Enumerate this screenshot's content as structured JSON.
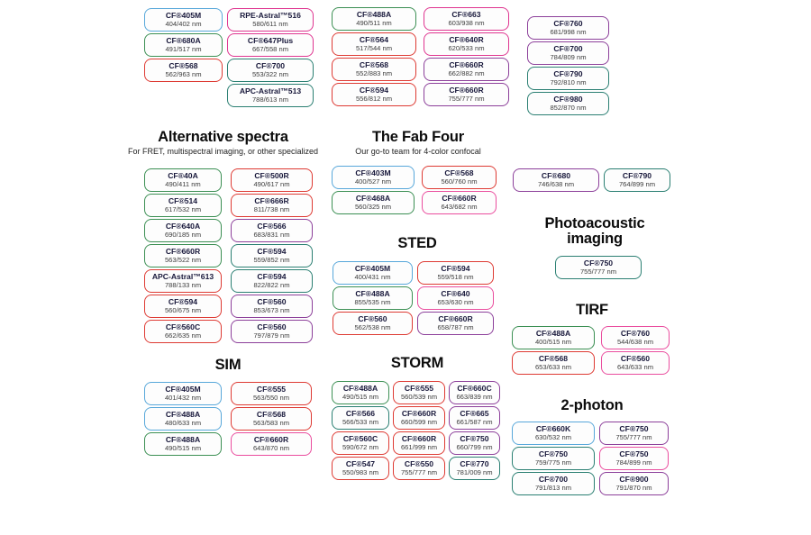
{
  "palette": {
    "blue": "#57a7da",
    "green": "#3b8f53",
    "teal": "#2a7f72",
    "red": "#de3a33",
    "magenta": "#df3590",
    "pink": "#ea4d9e",
    "purple": "#8c3f9a"
  },
  "sections": {
    "alt": {
      "title": "Alternative spectra",
      "subtitle": "For FRET, multispectral imaging, or other specialized"
    },
    "fab": {
      "title": "The Fab Four",
      "subtitle": "Our go-to team for 4-color confocal"
    },
    "sted": {
      "title": "STED"
    },
    "storm": {
      "title": "STORM"
    },
    "sim": {
      "title": "SIM"
    },
    "pa": {
      "title_line1": "Photoacoustic",
      "title_line2": "imaging"
    },
    "tirf": {
      "title": "TIRF"
    },
    "twophoton": {
      "title": "2-photon"
    }
  },
  "groups": {
    "top1": [
      {
        "name": "CF®405M",
        "nm": "404/402 nm",
        "color": "blue"
      },
      {
        "name": "CF®680A",
        "nm": "491/517 nm",
        "color": "green"
      },
      {
        "name": "CF®568",
        "nm": "562/963 nm",
        "color": "red"
      }
    ],
    "top2": [
      {
        "name": "RPE-Astral™516",
        "nm": "580/611 nm",
        "color": "magenta"
      },
      {
        "name": "CF®647Plus",
        "nm": "667/558 nm",
        "color": "magenta"
      },
      {
        "name": "CF®700",
        "nm": "553/322 nm",
        "color": "teal"
      },
      {
        "name": "APC-Astral™513",
        "nm": "788/613 nm",
        "color": "teal"
      }
    ],
    "top3": [
      {
        "name": "CF®488A",
        "nm": "490/511 nm",
        "color": "green"
      },
      {
        "name": "CF®564",
        "nm": "517/544 nm",
        "color": "red"
      },
      {
        "name": "CF®568",
        "nm": "552/883 nm",
        "color": "red"
      },
      {
        "name": "CF®594",
        "nm": "556/812 nm",
        "color": "red"
      }
    ],
    "top4": [
      {
        "name": "CF®663",
        "nm": "603/938 nm",
        "color": "magenta"
      },
      {
        "name": "CF®640R",
        "nm": "620/533 nm",
        "color": "magenta"
      },
      {
        "name": "CF®660R",
        "nm": "662/882 nm",
        "color": "purple"
      },
      {
        "name": "CF®660R",
        "nm": "755/777 nm",
        "color": "purple"
      }
    ],
    "top5": [
      {
        "name": "CF®760",
        "nm": "681/998 nm",
        "color": "purple"
      },
      {
        "name": "CF®700",
        "nm": "784/809 nm",
        "color": "purple"
      },
      {
        "name": "CF®790",
        "nm": "792/810 nm",
        "color": "teal"
      },
      {
        "name": "CF®980",
        "nm": "852/870 nm",
        "color": "teal"
      }
    ],
    "altL": [
      {
        "name": "CF®40A",
        "nm": "490/411 nm",
        "color": "green"
      },
      {
        "name": "CF®514",
        "nm": "617/532 nm",
        "color": "green"
      },
      {
        "name": "CF®640A",
        "nm": "690/185 nm",
        "color": "green"
      },
      {
        "name": "CF®660R",
        "nm": "563/522 nm",
        "color": "green"
      },
      {
        "name": "APC-Astral™613",
        "nm": "788/133 nm",
        "color": "red"
      },
      {
        "name": "CF®594",
        "nm": "560/675 nm",
        "color": "red"
      },
      {
        "name": "CF®560C",
        "nm": "662/635 nm",
        "color": "red"
      }
    ],
    "altR": [
      {
        "name": "CF®500R",
        "nm": "490/617 nm",
        "color": "red"
      },
      {
        "name": "CF®666R",
        "nm": "811/738 nm",
        "color": "red"
      },
      {
        "name": "CF®566",
        "nm": "683/831 nm",
        "color": "purple"
      },
      {
        "name": "CF®594",
        "nm": "559/852 nm",
        "color": "teal"
      },
      {
        "name": "CF®594",
        "nm": "822/822 nm",
        "color": "teal"
      },
      {
        "name": "CF®560",
        "nm": "853/673 nm",
        "color": "purple"
      },
      {
        "name": "CF®560",
        "nm": "797/879 nm",
        "color": "purple"
      }
    ],
    "simL": [
      {
        "name": "CF®405M",
        "nm": "401/432 nm",
        "color": "blue"
      },
      {
        "name": "CF®488A",
        "nm": "480/633 nm",
        "color": "blue"
      },
      {
        "name": "CF®488A",
        "nm": "490/515 nm",
        "color": "green"
      }
    ],
    "simR": [
      {
        "name": "CF®555",
        "nm": "563/550 nm",
        "color": "red"
      },
      {
        "name": "CF®568",
        "nm": "563/583 nm",
        "color": "red"
      },
      {
        "name": "CF®660R",
        "nm": "643/870 nm",
        "color": "pink"
      }
    ],
    "fabL": [
      {
        "name": "CF®403M",
        "nm": "400/527 nm",
        "color": "blue"
      },
      {
        "name": "CF®468A",
        "nm": "560/325 nm",
        "color": "green"
      }
    ],
    "fabR": [
      {
        "name": "CF®568",
        "nm": "560/760 nm",
        "color": "red"
      },
      {
        "name": "CF®660R",
        "nm": "643/682 nm",
        "color": "pink"
      }
    ],
    "stedL": [
      {
        "name": "CF®405M",
        "nm": "400/431 nm",
        "color": "blue"
      },
      {
        "name": "CF®488A",
        "nm": "855/535 nm",
        "color": "green"
      },
      {
        "name": "CF®560",
        "nm": "562/538 nm",
        "color": "red"
      }
    ],
    "stedR": [
      {
        "name": "CF®594",
        "nm": "559/518 nm",
        "color": "red"
      },
      {
        "name": "CF®640",
        "nm": "653/630 nm",
        "color": "pink"
      },
      {
        "name": "CF®660R",
        "nm": "658/787 nm",
        "color": "purple"
      }
    ],
    "storm1": [
      {
        "name": "CF®488A",
        "nm": "490/515 nm",
        "color": "green"
      },
      {
        "name": "CF®566",
        "nm": "566/533 nm",
        "color": "teal"
      },
      {
        "name": "CF®560C",
        "nm": "590/672 nm",
        "color": "red"
      },
      {
        "name": "CF®547",
        "nm": "550/983 nm",
        "color": "red"
      }
    ],
    "storm2": [
      {
        "name": "CF®555",
        "nm": "560/539 nm",
        "color": "red"
      },
      {
        "name": "CF®660R",
        "nm": "660/599 nm",
        "color": "red"
      },
      {
        "name": "CF®660R",
        "nm": "661/999 nm",
        "color": "red"
      },
      {
        "name": "CF®550",
        "nm": "755/777 nm",
        "color": "red"
      }
    ],
    "storm3": [
      {
        "name": "CF®660C",
        "nm": "663/839 nm",
        "color": "purple"
      },
      {
        "name": "CF®665",
        "nm": "661/587 nm",
        "color": "purple"
      },
      {
        "name": "CF®750",
        "nm": "660/799 nm",
        "color": "purple"
      },
      {
        "name": "CF®770",
        "nm": "781/009 nm",
        "color": "teal"
      }
    ],
    "pair680": [
      {
        "name": "CF®680",
        "nm": "746/638 nm",
        "color": "purple"
      }
    ],
    "pair790": [
      {
        "name": "CF®790",
        "nm": "764/899 nm",
        "color": "teal"
      }
    ],
    "pa": [
      {
        "name": "CF®750",
        "nm": "755/777 nm",
        "color": "teal"
      }
    ],
    "tirfL": [
      {
        "name": "CF®488A",
        "nm": "400/515 nm",
        "color": "green"
      },
      {
        "name": "CF®568",
        "nm": "653/633 nm",
        "color": "red"
      }
    ],
    "tirfR": [
      {
        "name": "CF®760",
        "nm": "544/638 nm",
        "color": "pink"
      },
      {
        "name": "CF®560",
        "nm": "643/633 nm",
        "color": "pink"
      }
    ],
    "tpL": [
      {
        "name": "CF®660K",
        "nm": "630/532 nm",
        "color": "blue"
      },
      {
        "name": "CF®750",
        "nm": "759/775 nm",
        "color": "teal"
      },
      {
        "name": "CF®700",
        "nm": "791/813 nm",
        "color": "teal"
      }
    ],
    "tpR": [
      {
        "name": "CF®750",
        "nm": "755/777 nm",
        "color": "purple"
      },
      {
        "name": "CF®750",
        "nm": "784/899 nm",
        "color": "pink"
      },
      {
        "name": "CF®900",
        "nm": "791/870 nm",
        "color": "purple"
      }
    ]
  }
}
